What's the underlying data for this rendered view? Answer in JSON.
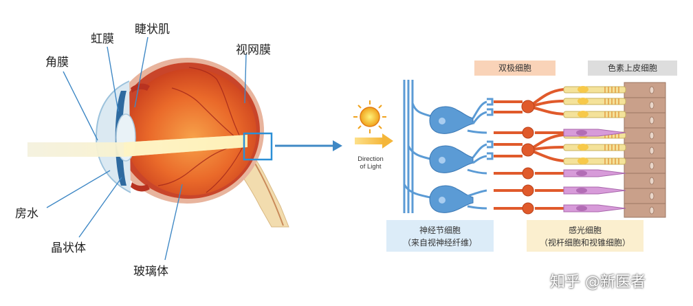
{
  "eye_labels": {
    "cornea": "角膜",
    "iris": "虹膜",
    "ciliary_muscle": "睫状肌",
    "retina": "视网膜",
    "aqueous_humor": "房水",
    "lens": "晶状体",
    "vitreous_body": "玻璃体"
  },
  "retina_labels": {
    "bipolar_cells": "双极细胞",
    "pigment_epithelium": "色素上皮细胞",
    "direction_line1": "Direction",
    "direction_line2": "of Light",
    "ganglion_line1": "神经节细胞",
    "ganglion_line2": "（来自视神经纤维）",
    "photoreceptor_line1": "感光细胞",
    "photoreceptor_line2": "（视杆细胞和视锥细胞）"
  },
  "watermark": "知乎 @新医者",
  "colors": {
    "ganglion_blue": "#5b9bd5",
    "bipolar_red": "#e05a2b",
    "rod_yellow": "#f4e29a",
    "cone_pink": "#d79bd9",
    "pigment_brown": "#c9a08a",
    "arrow_blue": "#3f88c5",
    "bipolar_tag_bg": "#f9d3b8",
    "pigment_tag_bg": "#dddddd",
    "ganglion_box_bg": "#dcecf8",
    "photoreceptor_box_bg": "#fbefcf"
  }
}
